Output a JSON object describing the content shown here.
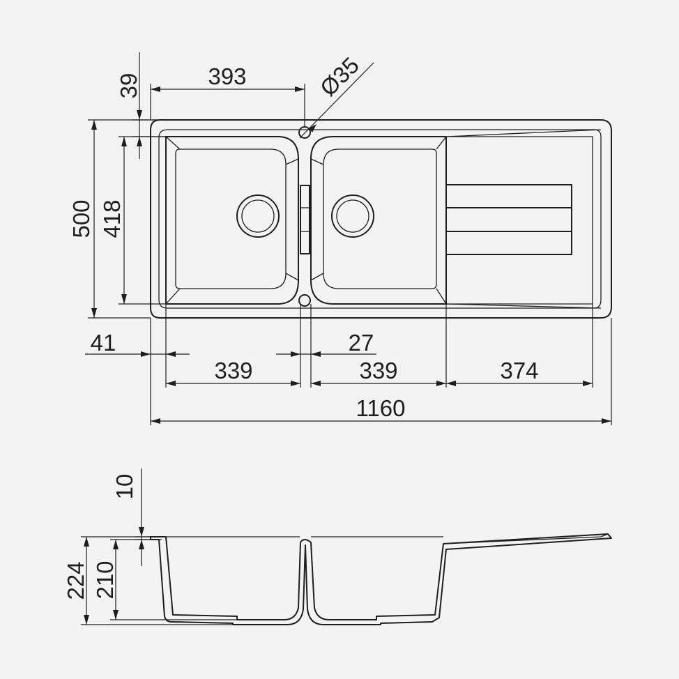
{
  "diagram": {
    "top_view": {
      "dims": {
        "rim_offset": "39",
        "bowl_span": "393",
        "tap_hole": "Ø35",
        "overall_depth": "500",
        "bowl_depth": "418",
        "side_margin": "41",
        "bowl_gap": "27",
        "left_bowl_width": "339",
        "right_bowl_width": "339",
        "drainer_width": "374",
        "overall_width": "1160"
      }
    },
    "side_view": {
      "dims": {
        "rim_thickness": "10",
        "overall_height": "224",
        "bowl_height": "210"
      }
    },
    "colors": {
      "line": "#1e1e1e",
      "background": "#f3f3f3"
    }
  }
}
